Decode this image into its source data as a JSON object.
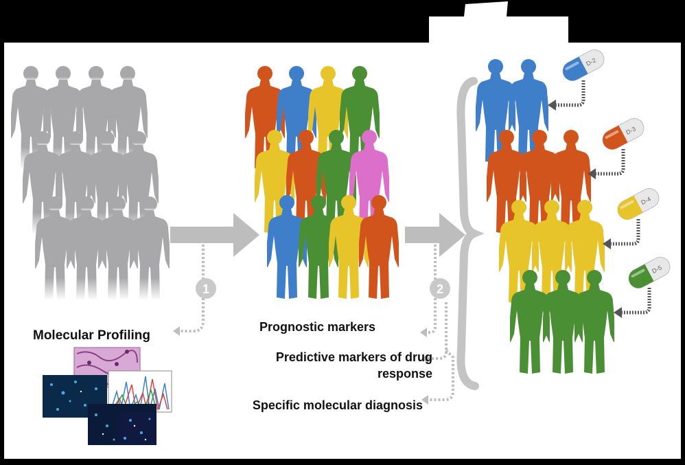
{
  "labels": {
    "molecular_profiling": "Molecular Profiling",
    "prognostic_markers": "Prognostic markers",
    "predictive_markers": "Predictive markers of drug response",
    "specific_diagnosis": "Specific molecular diagnosis"
  },
  "steps": [
    "1",
    "2"
  ],
  "colors": {
    "gray": "#a8a8aa",
    "orange": "#d2541d",
    "blue": "#3f7ec8",
    "yellow": "#e6c42a",
    "green": "#4b8f34",
    "pink": "#dc6fc9",
    "arrow": "#bdbdbd",
    "background": "#ffffff",
    "frame": "#000000"
  },
  "groups": {
    "undifferentiated": {
      "rows": [
        [
          "gray",
          "gray",
          "gray",
          "gray"
        ],
        [
          "gray",
          "gray",
          "gray",
          "gray"
        ],
        [
          "gray",
          "gray",
          "gray",
          "gray"
        ]
      ]
    },
    "profiled": {
      "rows": [
        [
          "orange",
          "blue",
          "yellow",
          "green"
        ],
        [
          "yellow",
          "orange",
          "green",
          "pink"
        ],
        [
          "blue",
          "green",
          "yellow",
          "orange"
        ]
      ]
    },
    "stratified": {
      "rows": [
        [
          "blue",
          "blue"
        ],
        [
          "orange",
          "orange",
          "orange"
        ],
        [
          "yellow",
          "yellow",
          "yellow"
        ],
        [
          "green",
          "green",
          "green"
        ]
      ]
    }
  },
  "capsules": [
    {
      "label": "D-2",
      "color": "blue"
    },
    {
      "label": "D-3",
      "color": "orange"
    },
    {
      "label": "D-4",
      "color": "yellow"
    },
    {
      "label": "D-5",
      "color": "green"
    }
  ],
  "icons": [
    "person-figure-icon",
    "capsule-icon",
    "histology-image-icon",
    "sequencing-chromatogram-icon",
    "microscopy-image-icon"
  ]
}
